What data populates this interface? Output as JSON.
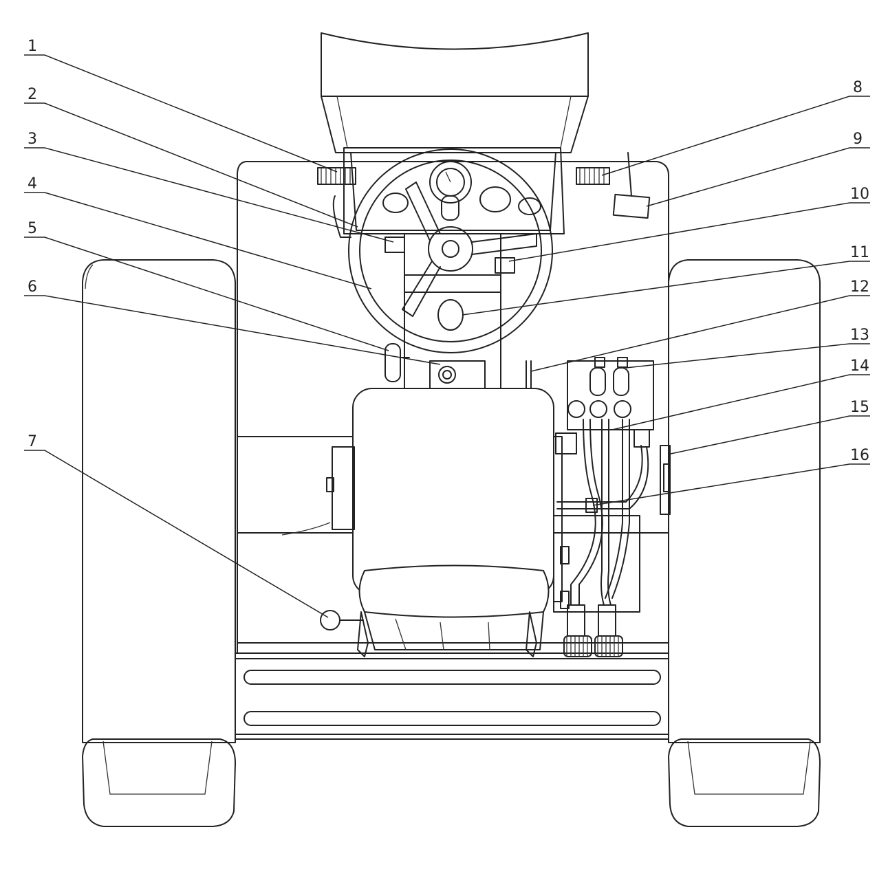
{
  "diagram": {
    "callouts": [
      {
        "id": "1",
        "label": "1"
      },
      {
        "id": "2",
        "label": "2"
      },
      {
        "id": "3",
        "label": "3"
      },
      {
        "id": "4",
        "label": "4"
      },
      {
        "id": "5",
        "label": "5"
      },
      {
        "id": "6",
        "label": "6"
      },
      {
        "id": "7",
        "label": "7"
      },
      {
        "id": "8",
        "label": "8"
      },
      {
        "id": "9",
        "label": "9"
      },
      {
        "id": "10",
        "label": "10"
      },
      {
        "id": "11",
        "label": "11"
      },
      {
        "id": "12",
        "label": "12"
      },
      {
        "id": "13",
        "label": "13"
      },
      {
        "id": "14",
        "label": "14"
      },
      {
        "id": "15",
        "label": "15"
      },
      {
        "id": "16",
        "label": "16"
      }
    ],
    "colors": {
      "line": "#222222",
      "background": "#ffffff"
    }
  }
}
